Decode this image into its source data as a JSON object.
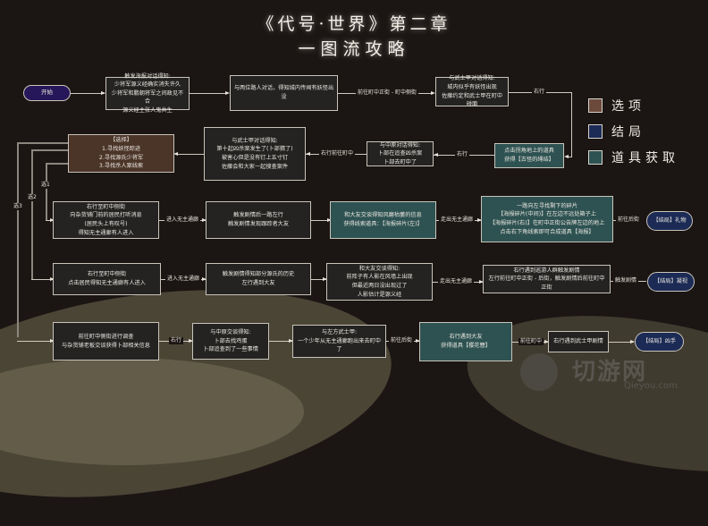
{
  "title": {
    "line1": "《代号·世界》第二章",
    "line2": "一图流攻略"
  },
  "legend": [
    {
      "label": "选项",
      "color": "#6b4a3c"
    },
    {
      "label": "结局",
      "color": "#1c2b55"
    },
    {
      "label": "道具获取",
      "color": "#2e5252"
    }
  ],
  "colors": {
    "background": "#1b1613",
    "node": "#242322",
    "option": "#4b3428",
    "ending": "#1c2b55",
    "item": "#2e5252",
    "start": "#26175a"
  },
  "nodes": {
    "start": "开始",
    "n1": "触发海报对话得知:\n少将军源义经确实消失许久\n少将军和鹏朝将军之间政见不合\n源义经主张人鬼共生",
    "n2": "与两位路人对话，得知城内传闻有妖怪出没",
    "n3": "与武士甲对话得知:\n城内似乎有妖怪出现\n佐藤约定和武士甲在町中碰面",
    "n4": "点击拐角地上的道具\n获得【古怪的绳结】",
    "n5": "与中原对话得知:\n卜部在追查凶杀案\n卜部去町中了",
    "n6": "与武士甲对话得知:\n第十起凶杀案发生了(卜部猜了)\n被害心但是没有钉上五寸钉\n佐藤会和大家一起搜查案件",
    "choice": "【选择】\n1.寻找妖怪踪迹\n2.寻找源氏少将军\n3.寻找杀人案线索",
    "a1": "右行至町中侧街\n向杂货铺门前的居民打听消息\n(居民头上有叹号)\n得知无主通廊有人进入",
    "a2": "触发剧情后一路左行\n触发剧情发现跟踪者大友",
    "a3": "和大友交谈得知风磨枯萎的信息\n获得线索道具：【海报碎片(左)】",
    "a4": "一路向左寻找剩下的碎片\n【海报碎片(中间)】在左边不远处箱子上\n【海报碎片(右)】在町中正街公告牌左边的地上\n点击右下角线索即可合成道具【海报】",
    "a_end": "【结局】礼物",
    "b1": "右行至町中侧街\n点击居民得知无主通廊有人进入",
    "b2": "触发剧情得知部分源氏的历史\n左行遇到大友",
    "b3": "和大友交谈得知:\n前阵子有人影在风墙上出现\n但最近两日没出现过了\n人影估计是源义经",
    "b4": "右行遇到巡游人群触发剧情\n左行前往町中正街 - 后街，触发剧情后前往町中正街",
    "b_end": "【结局】凝视",
    "c1": "前往町中侧街进行调查\n与杂货铺老板交谈获得卜部相关信息",
    "c2": "与中原交谈得知:\n卜部去找鸡蛋\n卜部追查到了一些事情",
    "c3": "与左方武士甲:\n一个少年从无主通廊跑出来去町中了",
    "c4": "右行遇到大友\n获得道具【樱花簪】",
    "c5": "右行遇到武士甲剧情",
    "c_end": "【结局】凶手"
  },
  "edges": {
    "e2_3": "前往町中正街 - 町中侧街",
    "e3_4": "右行",
    "e4_5": "右行",
    "e5_6": "右行前往町中",
    "opt1": "选1",
    "opt2": "选2",
    "opt3": "选3",
    "a1_2": "进入无主通廊",
    "a3_4": "走出无主通廊",
    "a4_end": "前往后街",
    "b1_2": "进入无主通廊",
    "b3_4": "走出无主通廊",
    "b4_end": "触发剧情",
    "c1_2": "右行",
    "c3_4": "前往后街",
    "c4_5": "前往町中"
  },
  "watermark": {
    "text": "切游网",
    "sub": "Qieyou.com"
  }
}
